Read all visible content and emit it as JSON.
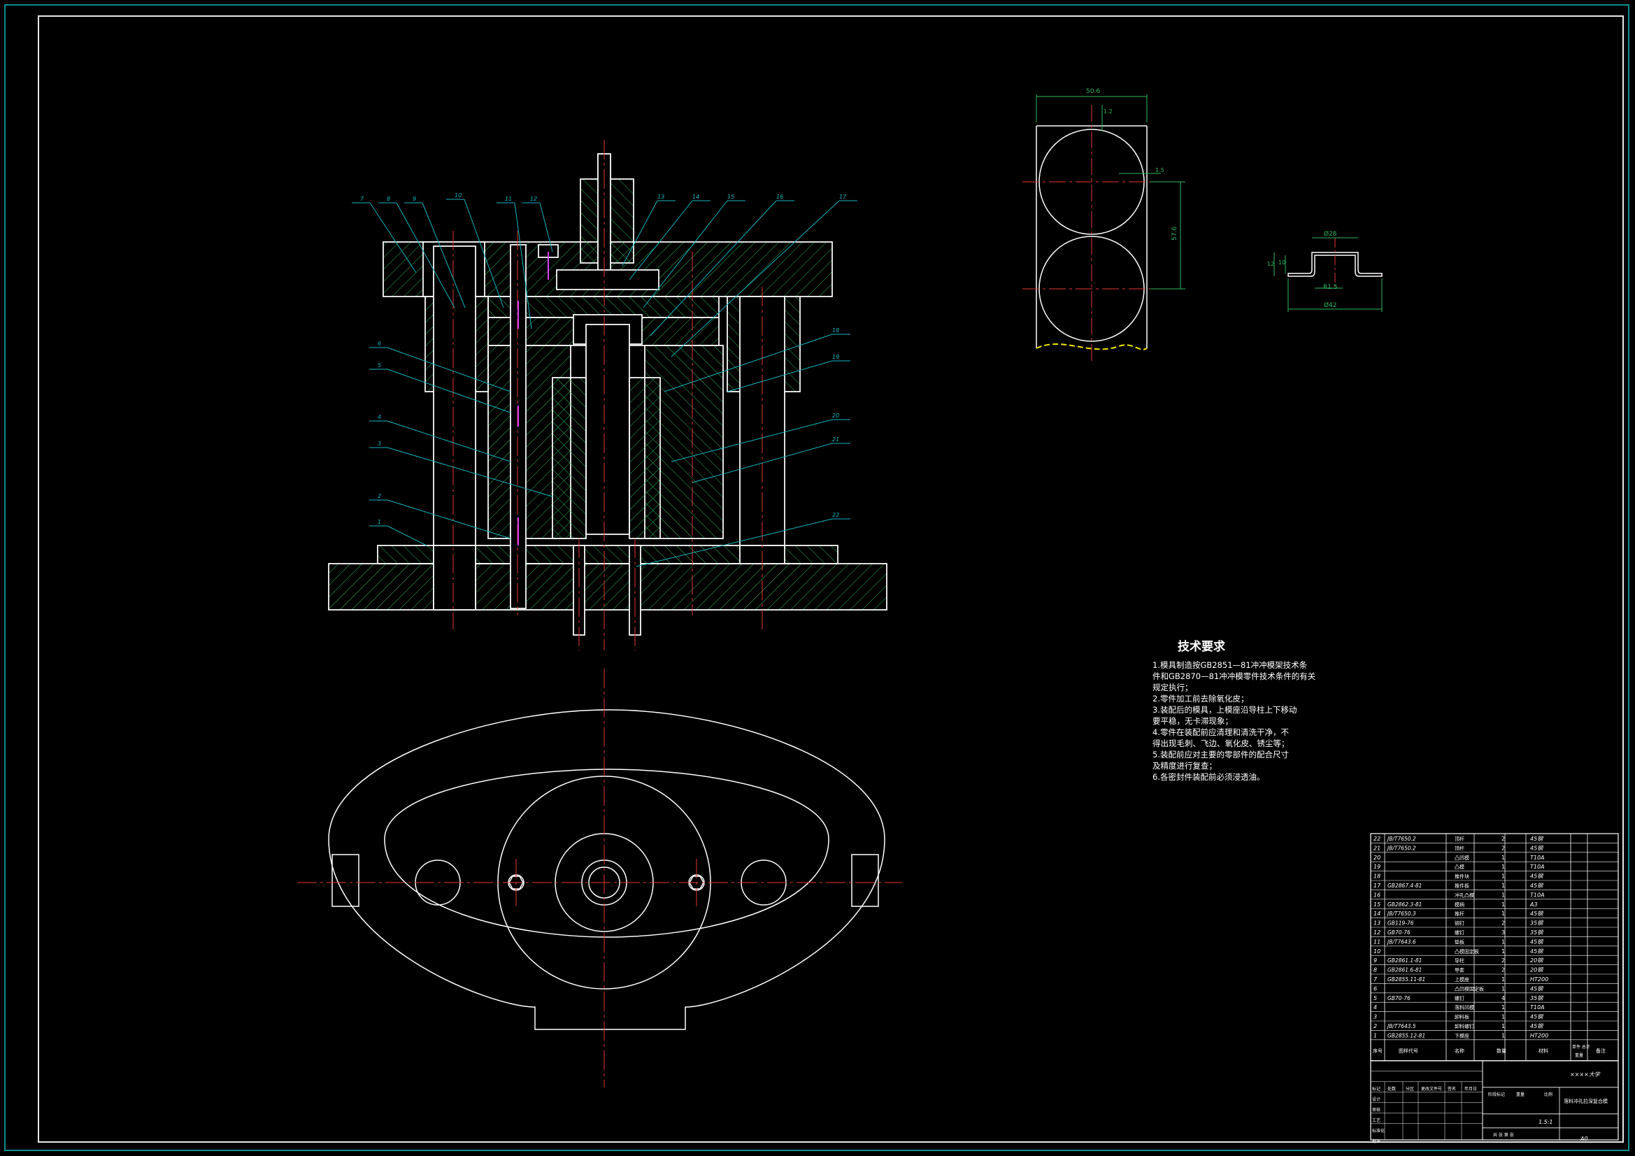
{
  "tech_requirements": {
    "title": "技术要求",
    "lines": [
      "1.模具制造按GB2851—81冲冲模架技术条",
      "件和GB2870—81冲冲模零件技术条件的有关",
      "规定执行；",
      "2.零件加工前去除氧化皮；",
      "3.装配后的模具，上模座沿导柱上下移动",
      "要平稳，无卡滞现象；",
      "4.零件在装配前应清理和清洗干净，不",
      "得出现毛刺、飞边、氧化皮、锈尘等；",
      "5.装配前应对主要的零部件的配合尺寸",
      "及精度进行复查；",
      "6.各密封件装配前必须浸透油。"
    ]
  },
  "part_callouts": [
    "7",
    "8",
    "9",
    "10",
    "11",
    "12",
    "13",
    "14",
    "15",
    "16",
    "17",
    "6",
    "5",
    "4",
    "3",
    "2",
    "1",
    "18",
    "19",
    "20",
    "21",
    "22"
  ],
  "dimensions": {
    "strip_width": "50.6",
    "strip_top_gap": "1.2",
    "strip_side_gap": "1.5",
    "strip_pitch": "57.6",
    "part_top_dia": "Ø28",
    "part_mid_dia": "R1.5",
    "part_bottom_dia": "Ø42",
    "part_height_left": "12",
    "part_height_inner": "10"
  },
  "bom": [
    {
      "no": "22",
      "code": "JB/T7650.2",
      "name": "顶杆",
      "qty": "2",
      "mat": "45钢"
    },
    {
      "no": "21",
      "code": "JB/T7650.2",
      "name": "顶杆",
      "qty": "2",
      "mat": "45钢"
    },
    {
      "no": "20",
      "code": "",
      "name": "凸凹模",
      "qty": "1",
      "mat": "T10A"
    },
    {
      "no": "19",
      "code": "",
      "name": "凸模",
      "qty": "1",
      "mat": "T10A"
    },
    {
      "no": "18",
      "code": "",
      "name": "推件块",
      "qty": "1",
      "mat": "45钢"
    },
    {
      "no": "17",
      "code": "GB2867.4-81",
      "name": "推件板",
      "qty": "1",
      "mat": "45钢"
    },
    {
      "no": "16",
      "code": "",
      "name": "冲孔凸模",
      "qty": "1",
      "mat": "T10A"
    },
    {
      "no": "15",
      "code": "GB2862.3-81",
      "name": "模柄",
      "qty": "1",
      "mat": "A3"
    },
    {
      "no": "14",
      "code": "JB/T7650.3",
      "name": "推杆",
      "qty": "1",
      "mat": "45钢"
    },
    {
      "no": "13",
      "code": "GB119-76",
      "name": "销钉",
      "qty": "2",
      "mat": "35钢"
    },
    {
      "no": "12",
      "code": "GB70-76",
      "name": "螺钉",
      "qty": "3",
      "mat": "35钢"
    },
    {
      "no": "11",
      "code": "JB/T7643.6",
      "name": "垫板",
      "qty": "1",
      "mat": "45钢"
    },
    {
      "no": "10",
      "code": "",
      "name": "凸模固定板",
      "qty": "1",
      "mat": "45钢"
    },
    {
      "no": "9",
      "code": "GB2861.1-81",
      "name": "导柱",
      "qty": "2",
      "mat": "20钢"
    },
    {
      "no": "8",
      "code": "GB2861.6-81",
      "name": "导套",
      "qty": "2",
      "mat": "20钢"
    },
    {
      "no": "7",
      "code": "GB2855.11-81",
      "name": "上模座",
      "qty": "1",
      "mat": "HT200"
    },
    {
      "no": "6",
      "code": "",
      "name": "凸凹模固定板",
      "qty": "1",
      "mat": "45钢"
    },
    {
      "no": "5",
      "code": "GB70-76",
      "name": "螺钉",
      "qty": "4",
      "mat": "35钢"
    },
    {
      "no": "4",
      "code": "",
      "name": "落料凹模",
      "qty": "1",
      "mat": "T10A"
    },
    {
      "no": "3",
      "code": "",
      "name": "卸料板",
      "qty": "1",
      "mat": "45钢"
    },
    {
      "no": "2",
      "code": "JB/T7643.5",
      "name": "卸料螺钉",
      "qty": "1",
      "mat": "45钢"
    },
    {
      "no": "1",
      "code": "GB2855.12-81",
      "name": "下模座",
      "qty": "1",
      "mat": "HT200"
    }
  ],
  "bom_header": {
    "no": "序号",
    "code": "图样代号",
    "name": "名称",
    "qty": "数量",
    "mat": "材料",
    "weight": "单件 总计",
    "w2": "重量",
    "remark": "备注"
  },
  "title_block": {
    "school": "××××大学",
    "drawing_title": "落料冲孔拉深复合模",
    "sheet_size": "A0",
    "scale": "1.5:1",
    "rev_labels": [
      "标记",
      "处数",
      "分区",
      "更改文件号",
      "签名",
      "年月日"
    ],
    "roles": [
      "设计",
      "审核",
      "工艺",
      "标准化",
      "批准"
    ],
    "stage_labels": [
      "阶段标记",
      "重量",
      "比例"
    ],
    "sheets": "共  张  第  张"
  }
}
